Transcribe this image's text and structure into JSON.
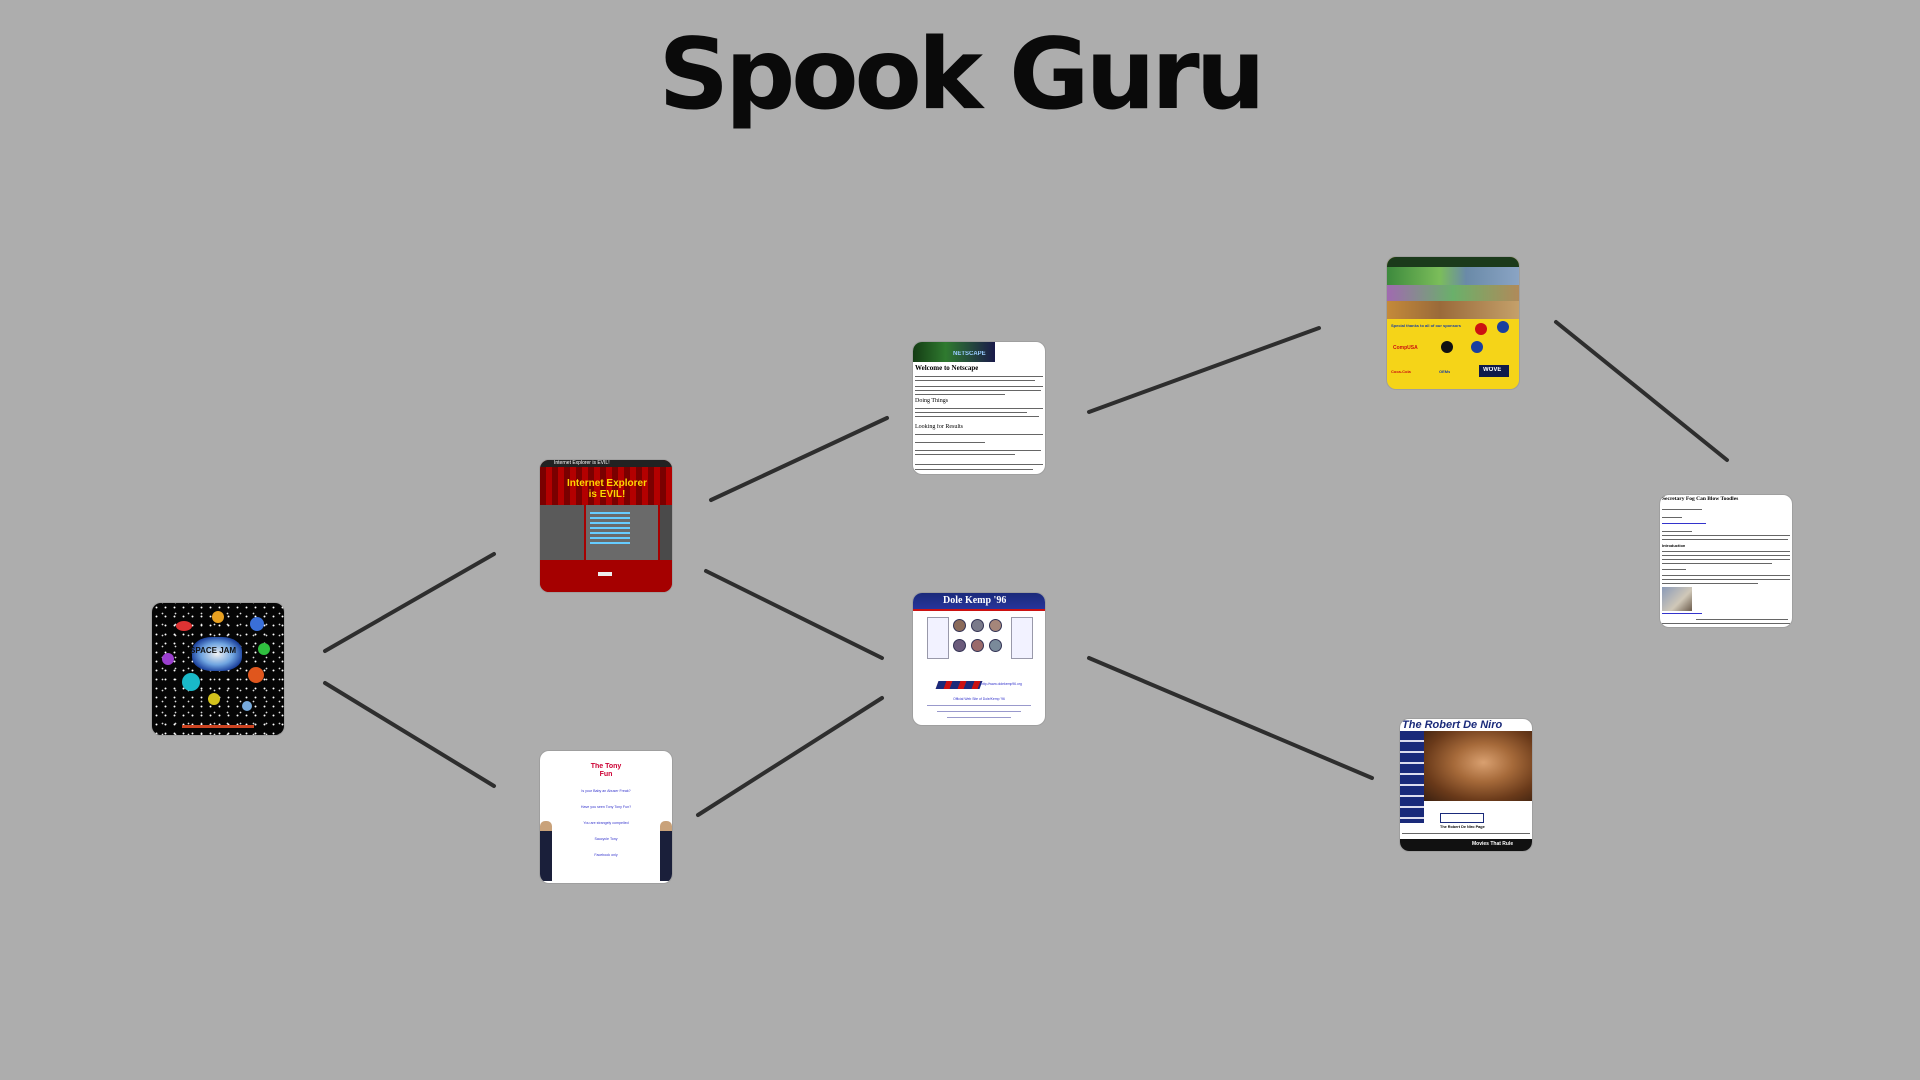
{
  "title": "Spook Guru",
  "colors": {
    "background": "#adadad",
    "connector": "#2e2e2e"
  },
  "nodes": {
    "spacejam": {
      "caption": "SPACE JAM"
    },
    "ie": {
      "header": "Internet Explorer is EVIL!",
      "headline": "Internet Explorer is EVIL!"
    },
    "netscape": {
      "logo": "NETSCAPE",
      "heading": "Welcome to Netscape",
      "sub1": "Doing Things",
      "sub2": "Looking for Results"
    },
    "tonyfun": {
      "logo": "The Tony Fun",
      "links": [
        "Is your Baby an Abuser Freak?",
        "Have you seen Tony Tony Fun?",
        "You are strangely compelled",
        "Saucycle Tony",
        "Facebook only"
      ]
    },
    "dolekemp": {
      "logo": "Dole Kemp '96",
      "url": "http://www.dolekemp96.org",
      "footer": "Official Web Site of Dole/Kemp '96"
    },
    "sports": {
      "message": "Special thanks to all of our sponsors",
      "sponsors": [
        "Coca-Cola",
        "CompUSA",
        "OEMs",
        "WOVE"
      ]
    },
    "deniro": {
      "header": "The Robert De Niro",
      "subheader": "The Robert De Niro Page",
      "banner": "Movies That Rule"
    },
    "secretary": {
      "heading": "Secretary Fog Can Blow Toodles",
      "section": "Introduction"
    }
  }
}
